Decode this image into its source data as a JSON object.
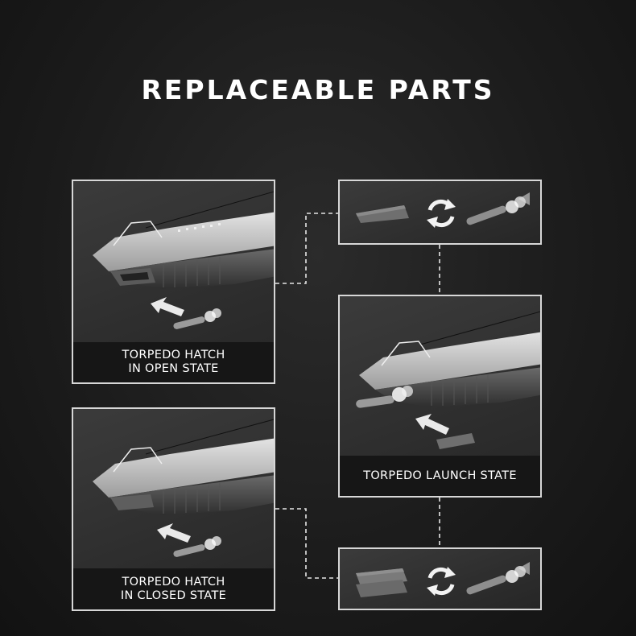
{
  "title": "REPLACEABLE PARTS",
  "panels": {
    "open": {
      "line1": "TORPEDO HATCH",
      "line2": "IN OPEN STATE"
    },
    "launch": {
      "line1": "TORPEDO LAUNCH STATE"
    },
    "closed": {
      "line1": "TORPEDO HATCH",
      "line2": "IN CLOSED STATE"
    }
  },
  "icons": {
    "swap": "swap-arrows-icon",
    "arrow": "direction-arrow-icon"
  },
  "colors": {
    "background": "#1c1c1c",
    "panel_border": "#d7d7d7",
    "caption_bg": "#161616",
    "text": "#ffffff"
  }
}
